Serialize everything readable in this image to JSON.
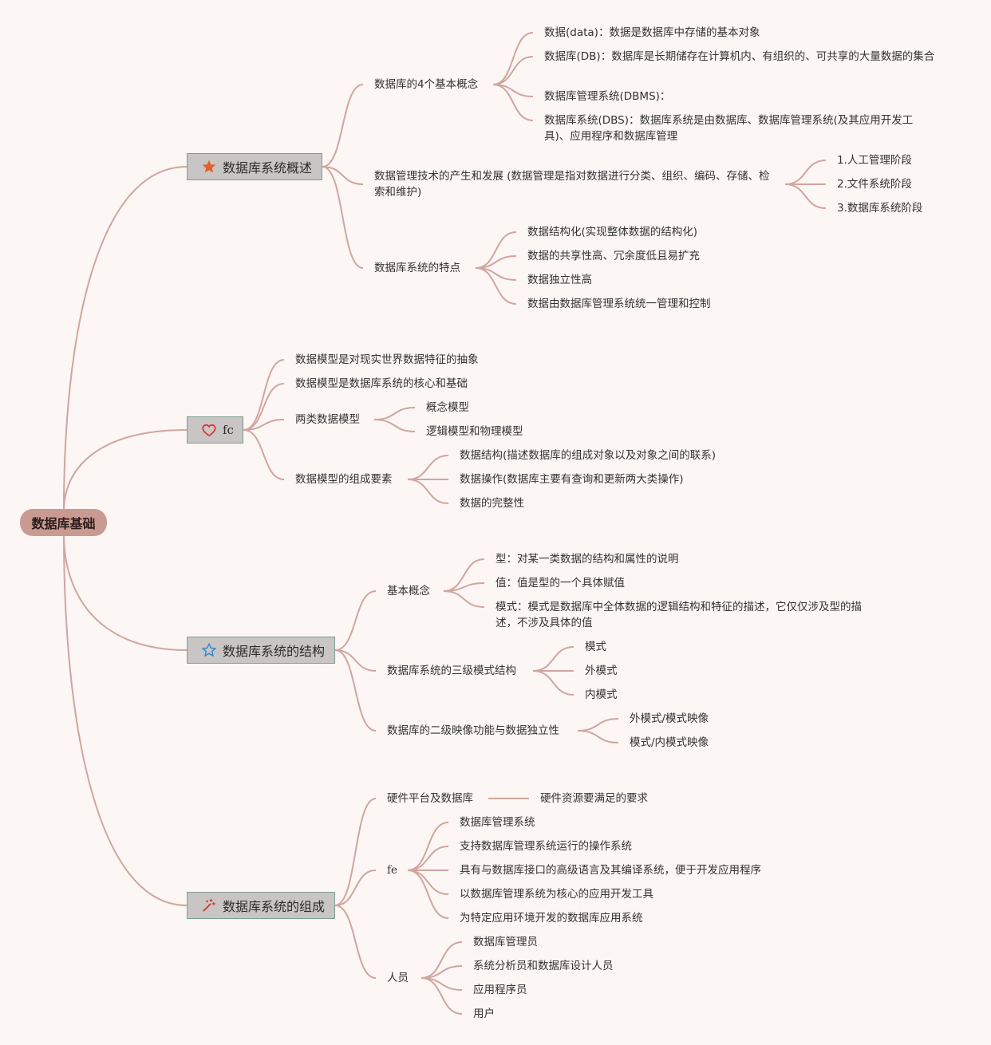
{
  "root": "数据库基础",
  "colors": {
    "background": "#fcf6f5",
    "root": "#c99a91",
    "branch_fill": "#c9c5c4",
    "branch_border": "#7d9f93",
    "edge": "#cfa69f"
  },
  "branches": [
    {
      "label": "数据库系统概述",
      "icon": "star-icon",
      "children": [
        {
          "label": "数据库的4个基本概念",
          "children": [
            "数据(data)：数据是数据库中存储的基本对象",
            "数据库(DB)：数据库是长期储存在计算机内、有组织的、可共享的大量数据的集合",
            "数据库管理系统(DBMS)：",
            "数据库系统(DBS)：数据库系统是由数据库、数据库管理系统(及其应用开发工具)、应用程序和数据库管理"
          ]
        },
        {
          "label": "数据管理技术的产生和发展 (数据管理是指对数据进行分类、组织、编码、存储、检索和维护)",
          "children": [
            "1.人工管理阶段",
            "2.文件系统阶段",
            "3.数据库系统阶段"
          ]
        },
        {
          "label": "数据库系统的特点",
          "children": [
            "数据结构化(实现整体数据的结构化)",
            "数据的共享性高、冗余度低且易扩充",
            "数据独立性高",
            "数据由数据库管理系统统一管理和控制"
          ]
        }
      ]
    },
    {
      "label": "fc",
      "icon": "heart-icon",
      "children": [
        {
          "label": "数据模型是对现实世界数据特征的抽象",
          "children": []
        },
        {
          "label": "数据模型是数据库系统的核心和基础",
          "children": []
        },
        {
          "label": "两类数据模型",
          "children": [
            "概念模型",
            "逻辑模型和物理模型"
          ]
        },
        {
          "label": "数据模型的组成要素",
          "children": [
            "数据结构(描述数据库的组成对象以及对象之间的联系)",
            "数据操作(数据库主要有查询和更新两大类操作)",
            "数据的完整性"
          ]
        }
      ]
    },
    {
      "label": "数据库系统的结构",
      "icon": "star-outline-icon",
      "children": [
        {
          "label": "基本概念",
          "children": [
            "型：对某一类数据的结构和属性的说明",
            "值：值是型的一个具体赋值",
            "模式：模式是数据库中全体数据的逻辑结构和特征的描述，它仅仅涉及型的描述，不涉及具体的值"
          ]
        },
        {
          "label": "数据库系统的三级模式结构",
          "children": [
            "模式",
            "外模式",
            "内模式"
          ]
        },
        {
          "label": "数据库的二级映像功能与数据独立性",
          "children": [
            "外模式/模式映像",
            "模式/内模式映像"
          ]
        }
      ]
    },
    {
      "label": "数据库系统的组成",
      "icon": "magic-wand-icon",
      "children": [
        {
          "label": "硬件平台及数据库",
          "children": [
            "硬件资源要满足的要求"
          ]
        },
        {
          "label": "fe",
          "children": [
            "数据库管理系统",
            "支持数据库管理系统运行的操作系统",
            "具有与数据库接口的高级语言及其编译系统，便于开发应用程序",
            "以数据库管理系统为核心的应用开发工具",
            "为特定应用环境开发的数据库应用系统"
          ]
        },
        {
          "label": "人员",
          "children": [
            "数据库管理员",
            "系统分析员和数据库设计人员",
            "应用程序员",
            "用户"
          ]
        }
      ]
    }
  ]
}
